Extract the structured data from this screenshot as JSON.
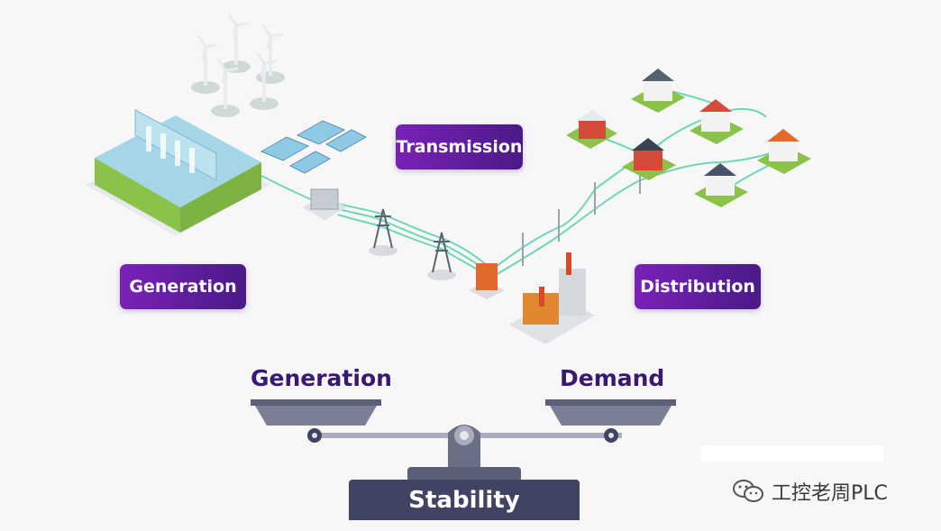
{
  "stages": {
    "transmission": "Transmission",
    "generation": "Generation",
    "distribution": "Distribution"
  },
  "scale": {
    "left_pan_label": "Generation",
    "right_pan_label": "Demand",
    "base_label": "Stability"
  },
  "watermark": {
    "text": "工控老周PLC",
    "icon": "wechat-icon"
  },
  "colors": {
    "label_gradient_start": "#7a21b8",
    "label_gradient_end": "#4a1a86",
    "scale_title": "#3a1870",
    "scale_body": "#3f4462",
    "power_line": "#6fd6b6"
  }
}
